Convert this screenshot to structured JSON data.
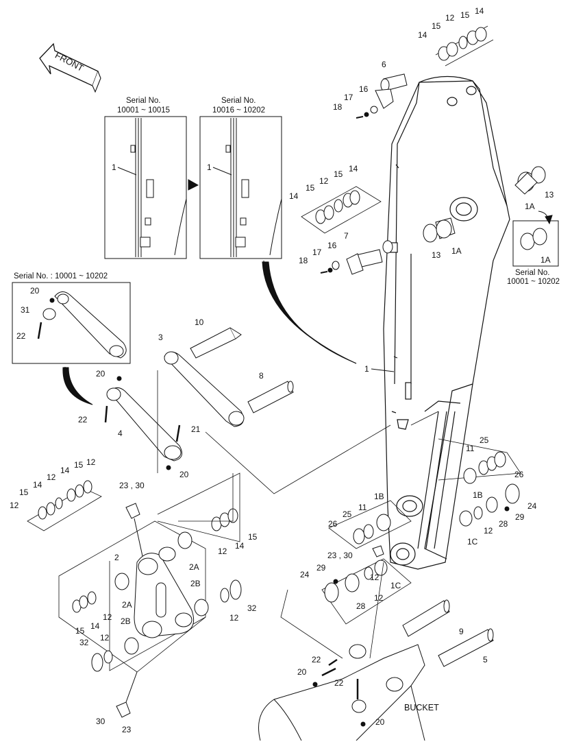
{
  "front_label": "FRONT",
  "bucket_label": "BUCKET",
  "inset_a": {
    "serial_title": "Serial No.",
    "serial_range": "10001 ~ 10015",
    "label": "1"
  },
  "inset_b": {
    "serial_title": "Serial No.",
    "serial_range": "10016 ~ 10202",
    "label": "1"
  },
  "inset_link": {
    "serial_text": "Serial No. : 10001 ~ 10202",
    "labels": [
      "20",
      "31",
      "22"
    ]
  },
  "inset_bushing": {
    "label": "1A",
    "serial_title": "Serial No.",
    "serial_range": "10001 ~ 10202"
  },
  "callouts": {
    "c14a": "14",
    "c15a": "15",
    "c12a": "12",
    "c15b": "15",
    "c14b": "14",
    "c6": "6",
    "c17a": "17",
    "c16a": "16",
    "c18a": "18",
    "c14c": "14",
    "c15c": "15",
    "c12c": "12",
    "c15d": "15",
    "c14d": "14",
    "c13a": "13",
    "c1Aa": "1A",
    "c13b": "13",
    "c1Ab": "1A",
    "c7": "7",
    "c17b": "17",
    "c16b": "16",
    "c18b": "18",
    "c1": "1",
    "c10": "10",
    "c3": "3",
    "c8": "8",
    "c20a": "20",
    "c22a": "22",
    "c4": "4",
    "c21": "21",
    "c20b": "20",
    "c15e": "15",
    "c12e": "12",
    "c14e": "14",
    "c12f": "12",
    "c15f": "15",
    "c14f": "14",
    "c12g": "12",
    "c12h": "12",
    "c2330a": "23 , 30",
    "c2": "2",
    "c2A1": "2A",
    "c2B1": "2B",
    "c12i": "12",
    "c14i": "14",
    "c15i": "15",
    "c2A2": "2A",
    "c2B2": "2B",
    "c12j": "12",
    "c32a": "32",
    "c15j": "15",
    "c14j": "14",
    "c12k": "12",
    "c32b": "32",
    "c12l": "12",
    "c30": "30",
    "c23": "23",
    "c25a": "25",
    "c11a": "11",
    "c26a": "26",
    "c1Ba": "1B",
    "c11b": "11",
    "c25b": "25",
    "c26b": "26",
    "c1Bb": "1B",
    "c24a": "24",
    "c29a": "29",
    "c28a": "28",
    "c12m": "12",
    "c1Ca": "1C",
    "c2330b": "23 , 30",
    "c24b": "24",
    "c29b": "29",
    "c12n": "12",
    "c1Cb": "1C",
    "c28b": "28",
    "c12o": "12",
    "c9": "9",
    "c5": "5",
    "c22b": "22",
    "c20c": "20",
    "c22c": "22",
    "c20d": "20"
  },
  "colors": {
    "line": "#111111",
    "background": "#ffffff",
    "fill_light": "#ffffff",
    "fill_dark": "#222222"
  }
}
